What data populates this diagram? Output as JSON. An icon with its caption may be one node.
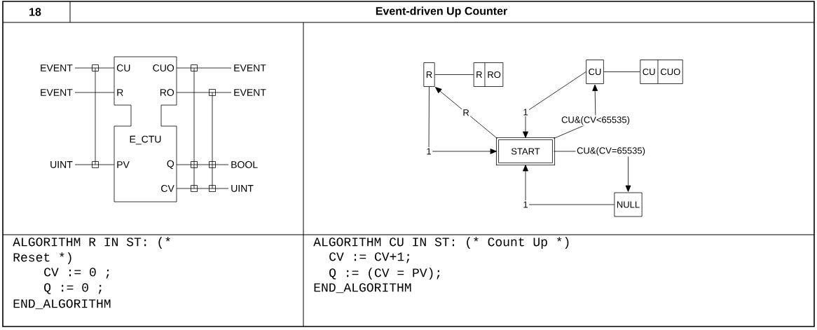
{
  "diagram": {
    "title": "Event-driven Up Counter",
    "nodes": [
      {
        "text": [
          "E_CTU"
        ]
      },
      {
        "text": [
          "CU"
        ],
        "in": 0
      },
      {
        "text": [
          "CUO"
        ],
        "in": 0
      },
      {
        "text": [
          "R"
        ],
        "in": 0
      },
      {
        "text": [
          "RO"
        ],
        "in": 0
      },
      {
        "text": [
          "PV"
        ],
        "in": 0
      },
      {
        "text": [
          "Q"
        ],
        "in": 0
      },
      {
        "text": [
          "CV"
        ],
        "in": 0
      },
      {
        "text": [
          "EVENT"
        ]
      },
      {
        "text": [
          "EVENT"
        ]
      },
      {
        "text": [
          "EVENT"
        ]
      },
      {
        "text": [
          "EVENT"
        ]
      },
      {
        "text": [
          "UINT"
        ]
      },
      {
        "text": [
          "BOOL"
        ]
      },
      {
        "text": [
          "UINT"
        ]
      },
      {
        "text": [
          "R"
        ]
      },
      {
        "text": [
          "R",
          "RO"
        ]
      },
      {
        "text": [
          "CU"
        ]
      },
      {
        "text": [
          "CU",
          "CUO"
        ]
      },
      {
        "text": [
          "START"
        ]
      },
      {
        "text": [
          "NULL"
        ]
      }
    ],
    "edges": [
      {
        "from": 8,
        "to": 1,
        "arrow": "none"
      },
      {
        "from": 2,
        "to": 9,
        "arrow": "none"
      },
      {
        "from": 10,
        "to": 3,
        "arrow": "none"
      },
      {
        "from": 4,
        "to": 11,
        "arrow": "none"
      },
      {
        "from": 12,
        "to": 5,
        "arrow": "none"
      },
      {
        "from": 6,
        "to": 13,
        "arrow": "none"
      },
      {
        "from": 7,
        "to": 14,
        "arrow": "none"
      },
      {
        "from": 15,
        "to": 16,
        "arrow": "none"
      },
      {
        "from": 17,
        "to": 18,
        "arrow": "none"
      },
      {
        "from": 19,
        "to": 15,
        "arrow": "to",
        "label": "R"
      },
      {
        "from": 15,
        "to": 19,
        "arrow": "to",
        "label": "1"
      },
      {
        "from": 19,
        "to": 17,
        "arrow": "to",
        "label": "CU&(CV<65535)"
      },
      {
        "from": 17,
        "to": 19,
        "arrow": "to",
        "label": "1"
      },
      {
        "from": 19,
        "to": 20,
        "arrow": "to",
        "label": "CU&(CV=65535)"
      },
      {
        "from": 20,
        "to": 19,
        "arrow": "to",
        "label": "1"
      }
    ],
    "labels": [
      "18",
      "ALGORITHM R IN ST: (* Reset *)",
      "CV := 0 ;",
      "Q := 0 ;",
      "END_ALGORITHM",
      "ALGORITHM CU IN ST: (* Count Up *)",
      "CV := CV+1;",
      "Q := (CV = PV);",
      "END_ALGORITHM"
    ]
  }
}
